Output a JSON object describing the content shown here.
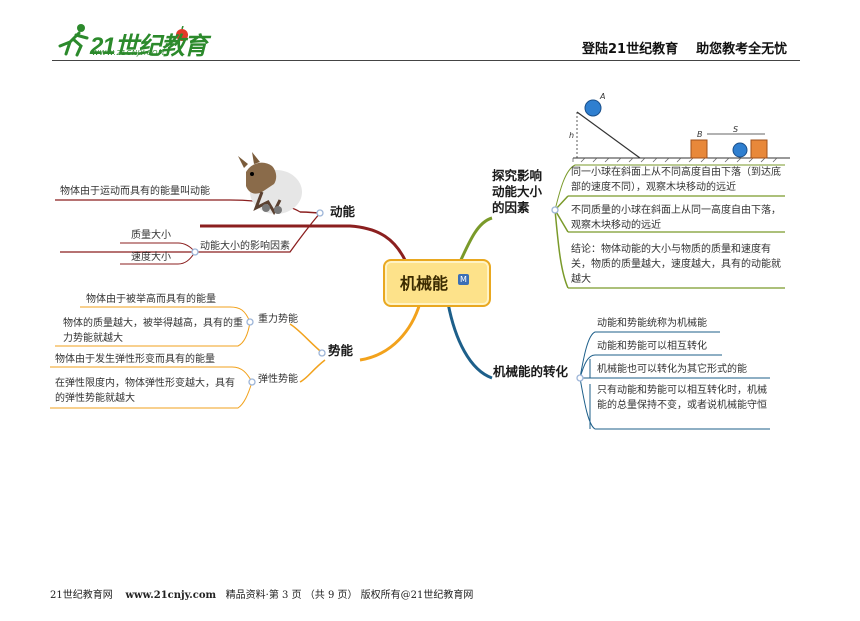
{
  "header": {
    "logo_text": "21世纪教育",
    "logo_url": "WWW.21CNJY.COM",
    "slogan_left": "登陆21世纪教育",
    "slogan_right": "助您教考全无忧"
  },
  "center": {
    "label": "机械能",
    "badge": "M"
  },
  "branches": {
    "kinetic": {
      "label": "动能",
      "definition": "物体由于运动而具有的能量叫动能",
      "factors_label": "动能大小的影响因素",
      "factor_mass": "质量大小",
      "factor_speed": "速度大小"
    },
    "potential": {
      "label": "势能",
      "gravity_label": "重力势能",
      "gravity_def": "物体由于被举高而具有的能量",
      "gravity_rule": "物体的质量越大，被举得越高，具有的重力势能就越大",
      "elastic_label": "弹性势能",
      "elastic_def": "物体由于发生弹性形变而具有的能量",
      "elastic_rule": "在弹性限度内，物体弹性形变越大，具有的弹性势能就越大"
    },
    "explore": {
      "label": "探究影响动能大小的因素",
      "item1": "同一小球在斜面上从不同高度自由下落（到达底部的速度不同），观察木块移动的远近",
      "item2": "不同质量的小球在斜面上从同一高度自由下落，观察木块移动的远近",
      "item3": "结论：物体动能的大小与物质的质量和速度有关，物质的质量越大，速度越大，具有的动能就越大",
      "fig_labels": {
        "a": "A",
        "h": "h",
        "b": "B",
        "s": "S"
      }
    },
    "conversion": {
      "label": "机械能的转化",
      "item1": "动能和势能统称为机械能",
      "item2": "动能和势能可以相互转化",
      "item3": "机械能也可以转化为其它形式的能",
      "item4": "只有动能和势能可以相互转化时，机械能的总量保持不变，或者说机械能守恒"
    }
  },
  "footer": {
    "site": "21世纪教育网",
    "url": "www.21cnjy.com",
    "info": "精品资料·第 3 页 （共 9 页） 版权所有@21世纪教育网"
  },
  "colors": {
    "kinetic": "#8b1f1f",
    "potential": "#f2a21c",
    "explore": "#7a9a2a",
    "conversion": "#1d5f8a",
    "center_fill": "#fde28a",
    "center_border": "#e9a820"
  }
}
